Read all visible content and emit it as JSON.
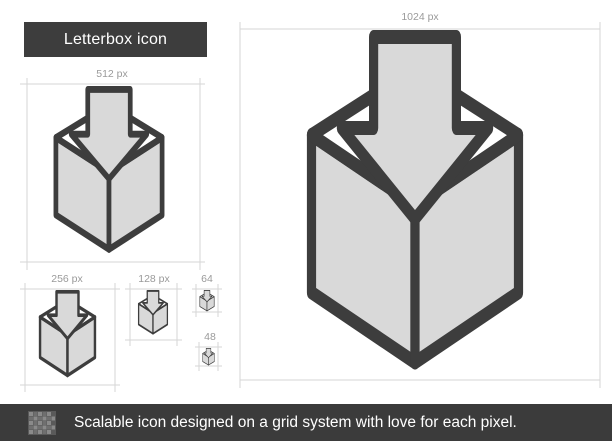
{
  "title": "Letterbox icon",
  "size_labels": {
    "xl": "1024 px",
    "lg": "512 px",
    "md": "256 px",
    "sm": "128 px",
    "xs": "64",
    "xxs": "48"
  },
  "footer": {
    "text": "Scalable icon designed on a grid system with love for each pixel."
  },
  "colors": {
    "stroke": "#3d3d3d",
    "fill": "#d9d9d9",
    "top_face": "#ffffff",
    "banner": "#3d3d3d",
    "footer_bar": "#3b3b3b",
    "guide": "#d6d6d6",
    "label": "#9a9a9a"
  },
  "icon": "letterbox-icon"
}
